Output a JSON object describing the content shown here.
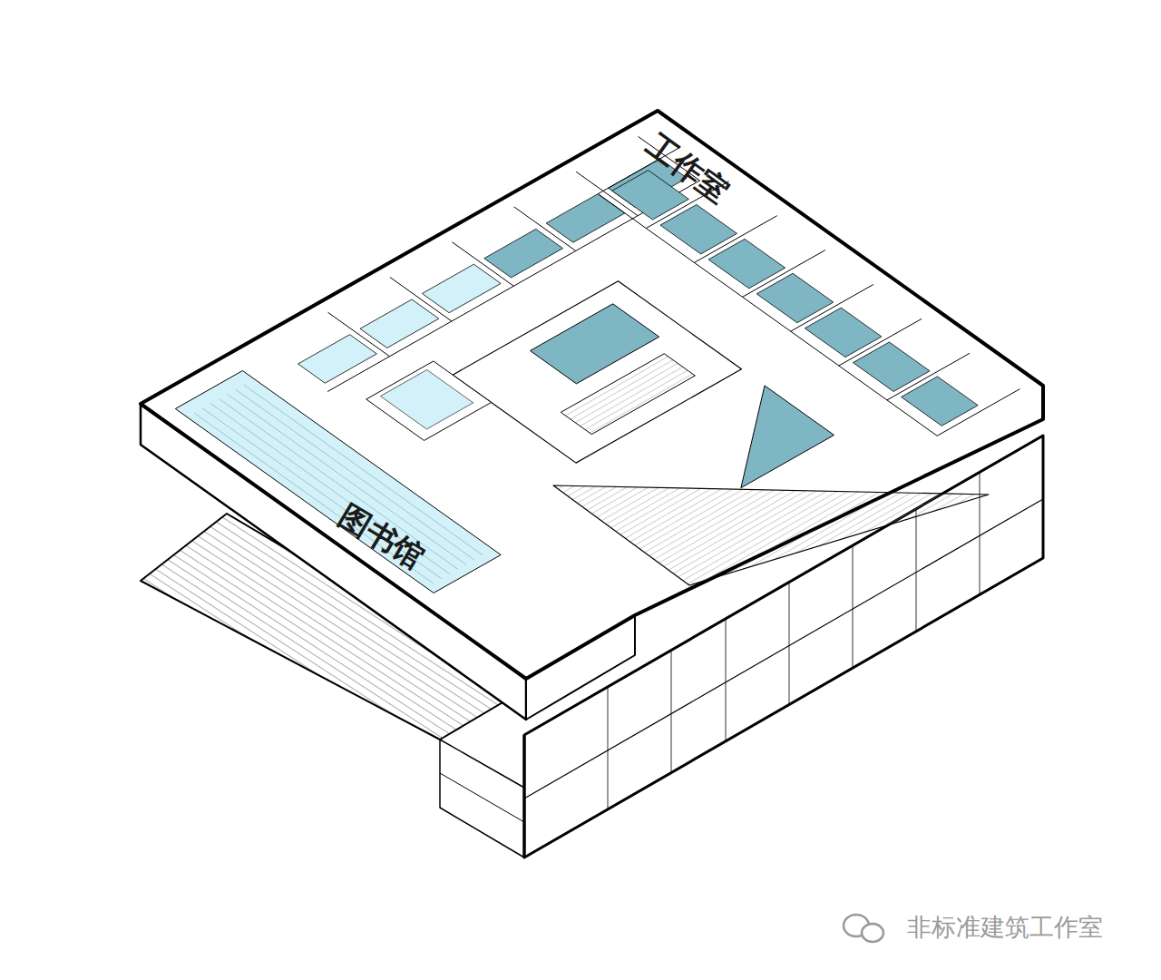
{
  "diagram": {
    "labels": [
      "工作室",
      "图书馆",
      "非标准建筑工作室"
    ]
  }
}
